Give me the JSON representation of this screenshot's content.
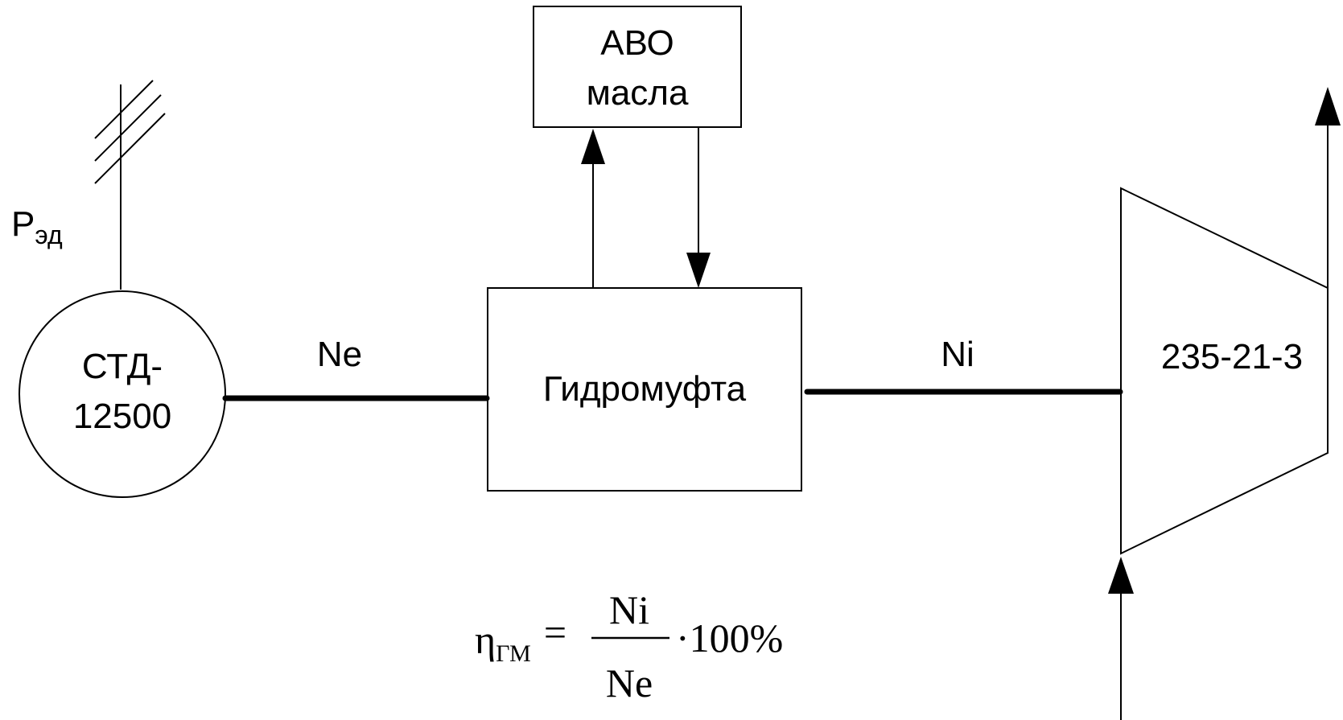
{
  "labels": {
    "power_symbol": "P",
    "power_subscript": "эд",
    "motor_line1": "СТД-",
    "motor_line2": "12500",
    "shaft_in": "Ne",
    "coupling": "Гидромуфта",
    "shaft_out": "Ni",
    "cooler_line1": "АВО",
    "cooler_line2": "масла",
    "compressor": "235-21-3"
  },
  "formula": {
    "eta": "η",
    "eta_subscript": "ГМ",
    "equals": "=",
    "numerator": "Ni",
    "denominator": "Ne",
    "multiplier": "·100%"
  }
}
